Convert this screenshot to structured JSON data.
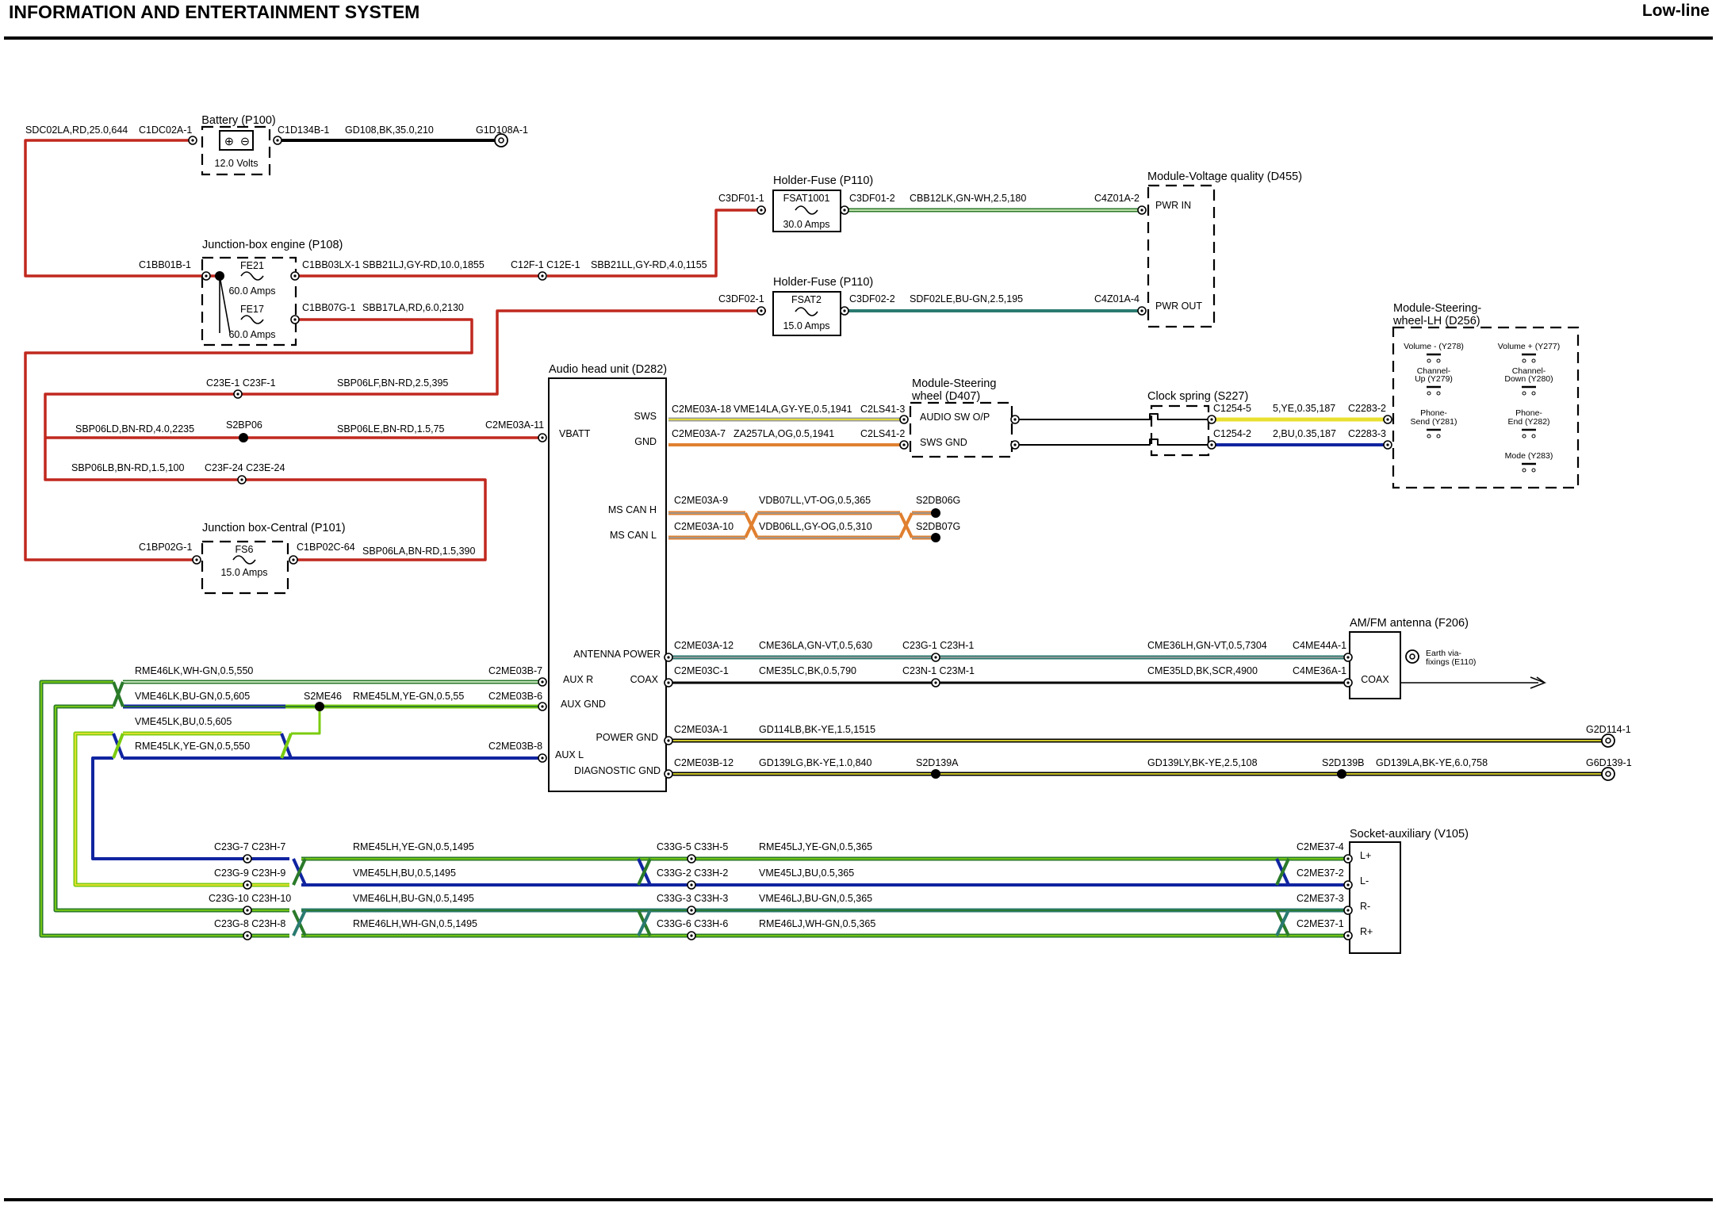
{
  "header": {
    "title": "INFORMATION AND ENTERTAINMENT SYSTEM",
    "variant": "Low-line"
  },
  "colors": {
    "red": "#c0281e",
    "black": "#000000",
    "blue": "#1024a0",
    "green": "#2a7a2a",
    "light_green": "#7acc10",
    "yellow": "#e8e030",
    "orange": "#e08030",
    "gray": "#9a9a9a",
    "teal": "#2a7a70"
  },
  "components": {
    "battery": {
      "title": "Battery (P100)",
      "rating": "12.0 Volts"
    },
    "jbox_engine": {
      "title": "Junction-box engine (P108)",
      "fuse1_name": "FE21",
      "fuse1_rating": "60.0 Amps",
      "fuse2_name": "FE17",
      "fuse2_rating": "60.0 Amps"
    },
    "jbox_central": {
      "title": "Junction box-Central (P101)",
      "fuse_name": "FS6",
      "fuse_rating": "15.0 Amps"
    },
    "holder_fuse_1": {
      "title": "Holder-Fuse (P110)",
      "fuse_name": "FSAT1001",
      "fuse_rating": "30.0 Amps"
    },
    "holder_fuse_2": {
      "title": "Holder-Fuse (P110)",
      "fuse_name": "FSAT2",
      "fuse_rating": "15.0 Amps"
    },
    "voltage_module": {
      "title": "Module-Voltage quality (D455)",
      "pin_in": "PWR IN",
      "pin_out": "PWR OUT"
    },
    "audio_head_unit": {
      "title": "Audio head unit (D282)",
      "pins": {
        "vbatt": "VBATT",
        "sws": "SWS",
        "gnd": "GND",
        "ms_can_h": "MS CAN H",
        "ms_can_l": "MS CAN L",
        "antenna_power": "ANTENNA POWER",
        "aux_r": "AUX R",
        "coax": "COAX",
        "aux_gnd": "AUX GND",
        "power_gnd": "POWER GND",
        "aux_l": "AUX L",
        "diagnostic_gnd": "DIAGNOSTIC GND"
      }
    },
    "steering_module": {
      "title_line1": "Module-Steering",
      "title_line2": "wheel (D407)",
      "pin1": "AUDIO SW O/P",
      "pin2": "SWS GND"
    },
    "clock_spring": {
      "title": "Clock spring (S227)"
    },
    "steering_lh": {
      "title_line1": "Module-Steering-",
      "title_line2": "wheel-LH (D256)",
      "switches": {
        "vol_down": "Volume - (Y278)",
        "vol_up": "Volume + (Y277)",
        "ch_up_1": "Channel-",
        "ch_up_2": "Up (Y279)",
        "ch_down_1": "Channel-",
        "ch_down_2": "Down (Y280)",
        "send_1": "Phone-",
        "send_2": "Send (Y281)",
        "end_1": "Phone-",
        "end_2": "End (Y282)",
        "mode": "Mode (Y283)"
      }
    },
    "antenna": {
      "title": "AM/FM antenna (F206)",
      "pin": "COAX",
      "earth_1": "Earth via-",
      "earth_2": "fixings (E110)"
    },
    "socket_aux": {
      "title": "Socket-auxiliary (V105)",
      "pins": {
        "lp": "L+",
        "lm": "L-",
        "rm": "R-",
        "rp": "R+"
      }
    }
  },
  "labels": {
    "SDC02LA": "SDC02LA,RD,25.0,644",
    "C1DC02A1": "C1DC02A-1",
    "C1D134B1": "C1D134B-1",
    "GD108": "GD108,BK,35.0,210",
    "G1D108A1": "G1D108A-1",
    "C1BB01B1": "C1BB01B-1",
    "C1BB03LX1": "C1BB03LX-1",
    "SBB21LJ": "SBB21LJ,GY-RD,10.0,1855",
    "C12F": "C12F-1 C12E-1",
    "SBB21LL": "SBB21LL,GY-RD,4.0,1155",
    "C1BB07G1": "C1BB07G-1",
    "SBB17LA": "SBB17LA,RD,6.0,2130",
    "C3DF011": "C3DF01-1",
    "C3DF012": "C3DF01-2",
    "CBB12LK": "CBB12LK,GN-WH,2.5,180",
    "C4Z01A2": "C4Z01A-2",
    "C3DF021": "C3DF02-1",
    "C3DF022": "C3DF02-2",
    "SDF02LE": "SDF02LE,BU-GN,2.5,195",
    "C4Z01A4": "C4Z01A-4",
    "C23E1": "C23E-1 C23F-1",
    "SBP06LF": "SBP06LF,BN-RD,2.5,395",
    "SBP06LD": "SBP06LD,BN-RD,4.0,2235",
    "S2BP06": "S2BP06",
    "SBP06LE": "SBP06LE,BN-RD,1.5,75",
    "C2ME03A11": "C2ME03A-11",
    "SBP06LB": "SBP06LB,BN-RD,1.5,100",
    "C23F24": "C23F-24 C23E-24",
    "C1BP02G1": "C1BP02G-1",
    "C1BP02C64": "C1BP02C-64",
    "SBP06LA": "SBP06LA,BN-RD,1.5,390",
    "C2ME03A18": "C2ME03A-18",
    "VME14LA": "VME14LA,GY-YE,0.5,1941",
    "C2LS413": "C2LS41-3",
    "C2ME03A7": "C2ME03A-7",
    "ZA257LA": "ZA257LA,OG,0.5,1941",
    "C2LS412": "C2LS41-2",
    "C12545": "C1254-5",
    "YE035": "5,YE,0.35,187",
    "C22832": "C2283-2",
    "C12542": "C1254-2",
    "BU035": "2,BU,0.35,187",
    "C22833": "C2283-3",
    "C2ME03A9": "C2ME03A-9",
    "VDB07LL": "VDB07LL,VT-OG,0.5,365",
    "S2DB06G": "S2DB06G",
    "C2ME03A10": "C2ME03A-10",
    "VDB06LL": "VDB06LL,GY-OG,0.5,310",
    "S2DB07G": "S2DB07G",
    "C2ME03A12": "C2ME03A-12",
    "CME36LA": "CME36LA,GN-VT,0.5,630",
    "C23G1": "C23G-1 C23H-1",
    "CME36LH": "CME36LH,GN-VT,0.5,7304",
    "C4ME44A1": "C4ME44A-1",
    "C2ME03C1": "C2ME03C-1",
    "CME35LC": "CME35LC,BK,0.5,790",
    "C23N1": "C23N-1 C23M-1",
    "CME35LD": "CME35LD,BK,SCR,4900",
    "C4ME36A1": "C4ME36A-1",
    "C2ME03A1": "C2ME03A-1",
    "GD114LB": "GD114LB,BK-YE,1.5,1515",
    "G2D1141": "G2D114-1",
    "C2ME03B12": "C2ME03B-12",
    "GD139LG": "GD139LG,BK-YE,1.0,840",
    "S2D139A": "S2D139A",
    "GD139LY": "GD139LY,BK-YE,2.5,108",
    "S2D139B": "S2D139B",
    "GD139LA": "GD139LA,BK-YE,6.0,758",
    "G6D1391": "G6D139-1",
    "RME46LK": "RME46LK,WH-GN,0.5,550",
    "C2ME03B7": "C2ME03B-7",
    "VME46LK": "VME46LK,BU-GN,0.5,605",
    "S2ME46": "S2ME46",
    "RME45LM": "RME45LM,YE-GN,0.5,55",
    "C2ME03B6": "C2ME03B-6",
    "VME45LK": "VME45LK,BU,0.5,605",
    "RME45LK": "RME45LK,YE-GN,0.5,550",
    "C2ME03B8": "C2ME03B-8",
    "C23G7": "C23G-7 C23H-7",
    "RME45LH": "RME45LH,YE-GN,0.5,1495",
    "C33G5": "C33G-5 C33H-5",
    "RME45LJ": "RME45LJ,YE-GN,0.5,365",
    "C2ME374": "C2ME37-4",
    "C23G9": "C23G-9 C23H-9",
    "VME45LH": "VME45LH,BU,0.5,1495",
    "C33G2": "C33G-2 C33H-2",
    "VME45LJ": "VME45LJ,BU,0.5,365",
    "C2ME372": "C2ME37-2",
    "C23G10": "C23G-10 C23H-10",
    "VME46LH": "VME46LH,BU-GN,0.5,1495",
    "C33G3": "C33G-3 C33H-3",
    "VME46LJ": "VME46LJ,BU-GN,0.5,365",
    "C2ME373": "C2ME37-3",
    "C23G8": "C23G-8 C23H-8",
    "RME46LH": "RME46LH,WH-GN,0.5,1495",
    "C33G6": "C33G-6 C33H-6",
    "RME46LJ": "RME46LJ,WH-GN,0.5,365",
    "C2ME371": "C2ME37-1"
  }
}
